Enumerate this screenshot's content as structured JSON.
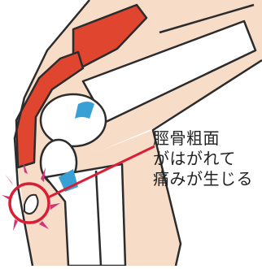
{
  "annotation": {
    "lines": [
      "脛骨粗面",
      "がはがれて",
      "痛みが生じる"
    ]
  },
  "colors": {
    "skin": "#f7dcc8",
    "bone": "#ffffff",
    "muscle": "#e0452f",
    "tendon_highlight": "#39a0d6",
    "outline": "#2c2c2c",
    "callout": "#d81f35",
    "pain_burst": "#d2347a"
  }
}
